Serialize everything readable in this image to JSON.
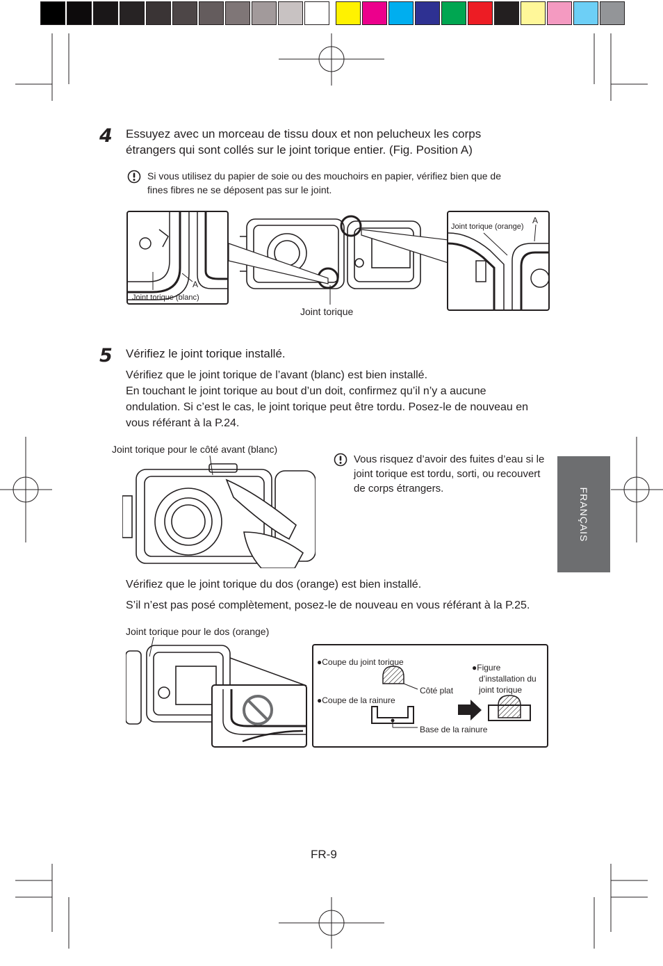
{
  "colors": {
    "gray_swatches": [
      "#000000",
      "#0d0b0c",
      "#1a1718",
      "#272324",
      "#3a3435",
      "#4d4647",
      "#645c5d",
      "#7f7677",
      "#a29a9b",
      "#c8c2c2",
      "#ffffff"
    ],
    "color_swatches": [
      "#fff200",
      "#ec008c",
      "#00aeef",
      "#2e3192",
      "#00a651",
      "#ed1c24",
      "#231f20",
      "#fff799",
      "#f49ac1",
      "#6dcff6",
      "#939598"
    ],
    "tab_gray": "#6d6e70",
    "text": "#231f20"
  },
  "step4": {
    "number": "4",
    "text_line1": "Essuyez avec un morceau de tissu doux et non pelucheux les corps",
    "text_line2": "étrangers qui sont collés sur le joint torique entier. (Fig. Position A)",
    "note_line1": "Si vous utilisez du papier de soie ou des mouchoirs en papier, vérifiez bien que de",
    "note_line2": "fines fibres ne se déposent pas sur le joint.",
    "fig": {
      "left_label": "Joint torique (blanc)",
      "left_marker": "A",
      "center_label": "Joint torique",
      "right_label": "Joint torique (orange)",
      "right_marker": "A"
    }
  },
  "step5": {
    "number": "5",
    "title": "Vérifiez le joint torique installé.",
    "body_line1": "Vérifiez que le joint torique de l’avant (blanc) est bien installé.",
    "body_line2": "En touchant le joint torique au bout d’un doit, confirmez qu’il n’y a aucune",
    "body_line3": "ondulation. Si c’est le cas, le joint torique peut être tordu. Posez-le de nouveau en",
    "body_line4": "vous référant à la P.24.",
    "front_label": "Joint torique pour le côté avant (blanc)",
    "warn_line1": "Vous risquez d’avoir des fuites d’eau si le",
    "warn_line2": "joint torique est tordu, sorti, ou recouvert",
    "warn_line3": "de corps étrangers.",
    "back_line1": "Vérifiez que le joint torique du dos (orange) est bien installé.",
    "back_line2": "S’il n’est pas posé complètement, posez-le de nouveau en vous référant à la P.25.",
    "back_label": "Joint torique pour le dos (orange)",
    "diagram": {
      "bullet1": "●Coupe du joint torique",
      "bullet2": "●Coupe de la rainure",
      "bullet3_line1": "●Figure",
      "bullet3_line2": "d’installation du",
      "bullet3_line3": "joint torique",
      "flat_side": "Côté plat",
      "groove_base": "Base de la rainure"
    }
  },
  "side_tab": "FRANÇAIS",
  "page_number": "FR-9"
}
